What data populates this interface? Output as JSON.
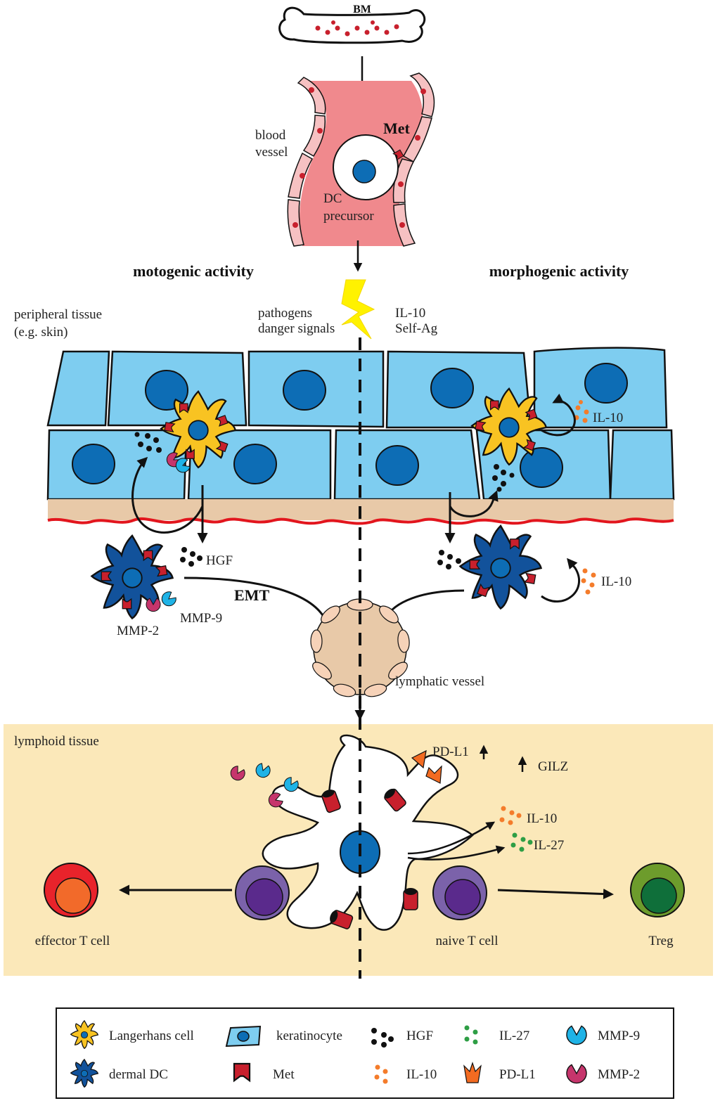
{
  "labels": {
    "bm": "BM",
    "blood_vessel_line1": "blood",
    "blood_vessel_line2": "vessel",
    "met_top": "Met",
    "dc_precursor_line1": "DC",
    "dc_precursor_line2": "precursor",
    "motogenic": "motogenic activity",
    "morphogenic": "morphogenic activity",
    "peripheral_line1": "peripheral tissue",
    "peripheral_line2": "(e.g. skin)",
    "pathogens_line1": "pathogens",
    "pathogens_line2": "danger signals",
    "il10_top_line1": "IL-10",
    "il10_top_line2": "Self-Ag",
    "il10_skin": "IL-10",
    "hgf": "HGF",
    "emt": "EMT",
    "mmp9": "MMP-9",
    "mmp2": "MMP-2",
    "il10_dermal": "IL-10",
    "lymphatic_vessel": "lymphatic vessel",
    "lymphoid_tissue": "lymphoid tissue",
    "pdl1": "PD-L1",
    "gilz": "GILZ",
    "il10_lymph": "IL-10",
    "il27_lymph": "IL-27",
    "effector_t": "effector T cell",
    "naive_t": "naive T cell",
    "treg": "Treg"
  },
  "legend": {
    "langerhans": "Langerhans cell",
    "dermal_dc": "dermal DC",
    "keratinocyte": "keratinocyte",
    "met": "Met",
    "hgf": "HGF",
    "il10": "IL-10",
    "il27": "IL-27",
    "pdl1": "PD-L1",
    "mmp9": "MMP-9",
    "mmp2": "MMP-2"
  },
  "colors": {
    "keratinocyte": "#7ecdf0",
    "nucleus": "#0d6db5",
    "langerhans": "#f8c322",
    "dermal_dc": "#12529b",
    "met": "#c8202d",
    "mmp9": "#1fb3e6",
    "mmp2": "#c6356c",
    "il10": "#f47c2b",
    "il27": "#2e9e45",
    "pdl1": "#f36b21",
    "blood_vessel": "#f0898d",
    "lymphoid_bg": "#fbe8b9",
    "basement": "#e8c9a8",
    "lightning": "#fff200",
    "effector": "#e8232b",
    "effector_inner": "#f26a2a",
    "naive": "#7b62aa",
    "naive_inner": "#5a2a8c",
    "treg": "#6d9c2c",
    "treg_inner": "#0f6f3a"
  }
}
